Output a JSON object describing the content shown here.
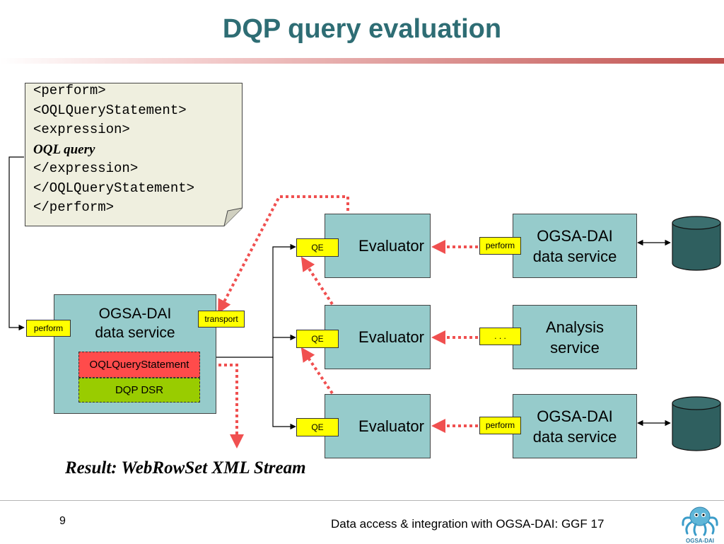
{
  "title": "DQP query evaluation",
  "code_block": [
    "<perform>",
    "<OQLQueryStatement>",
    "<expression>",
    "OQL query",
    "</expression>",
    "</OQLQueryStatement>",
    "</perform>"
  ],
  "left_service": {
    "label_line1": "OGSA-DAI",
    "label_line2": "data service",
    "perform_tag": "perform",
    "transport_tag": "transport",
    "oql_statement": "OQLQueryStatement",
    "dsr": "DQP DSR"
  },
  "evaluators": [
    {
      "qe_tag": "QE",
      "label": "Evaluator"
    },
    {
      "qe_tag": "QE",
      "label": "Evaluator"
    },
    {
      "qe_tag": "QE",
      "label": "Evaluator"
    }
  ],
  "services": [
    {
      "tag": "perform",
      "line1": "OGSA-DAI",
      "line2": "data service"
    },
    {
      "tag": ". . .",
      "line1": "Analysis",
      "line2": "service"
    },
    {
      "tag": "perform",
      "line1": "OGSA-DAI",
      "line2": "data service"
    }
  ],
  "result_text": "Result: WebRowSet XML Stream",
  "page_number": "9",
  "footer": "Data access & integration with OGSA-DAI: GGF 17",
  "logo_text": "OGSA-DAI",
  "colors": {
    "title": "#2e6d74",
    "box_fill": "#96cbcb",
    "tag_fill": "#ffff00",
    "oql_fill": "#ff4b4b",
    "dsr_fill": "#99cc00",
    "arrow_red": "#f05050",
    "database_fill": "#2f5f5f"
  }
}
